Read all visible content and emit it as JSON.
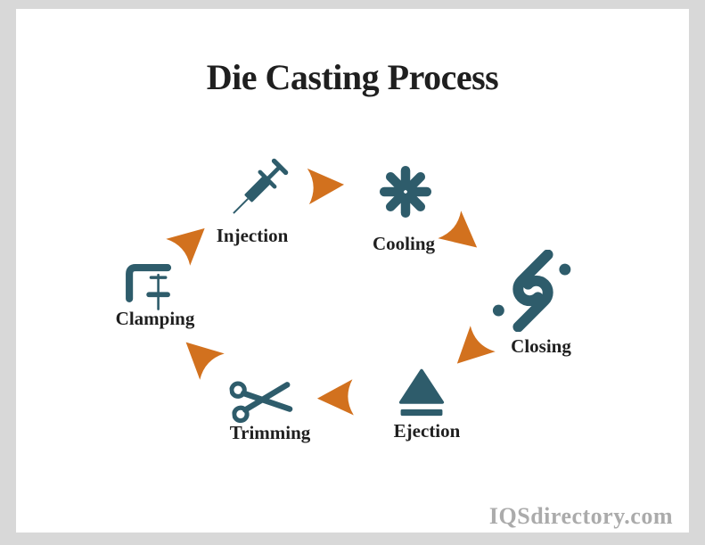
{
  "title": "Die Casting Process",
  "watermark": "IQSdirectory.com",
  "colors": {
    "icon_teal": "#2e5c6b",
    "arrow_orange": "#d2711e",
    "text_black": "#1f1f1f",
    "watermark_gray": "#ababab",
    "frame_gray": "#d8d8d8",
    "canvas_white": "#ffffff"
  },
  "diagram": {
    "type": "process-cycle",
    "direction": "clockwise",
    "steps": [
      {
        "label": "Clamping",
        "icon": "clamp-icon"
      },
      {
        "label": "Injection",
        "icon": "syringe-icon"
      },
      {
        "label": "Cooling",
        "icon": "snowflake-icon"
      },
      {
        "label": "Closing",
        "icon": "link-icon"
      },
      {
        "label": "Ejection",
        "icon": "eject-icon"
      },
      {
        "label": "Trimming",
        "icon": "scissors-icon"
      }
    ]
  }
}
